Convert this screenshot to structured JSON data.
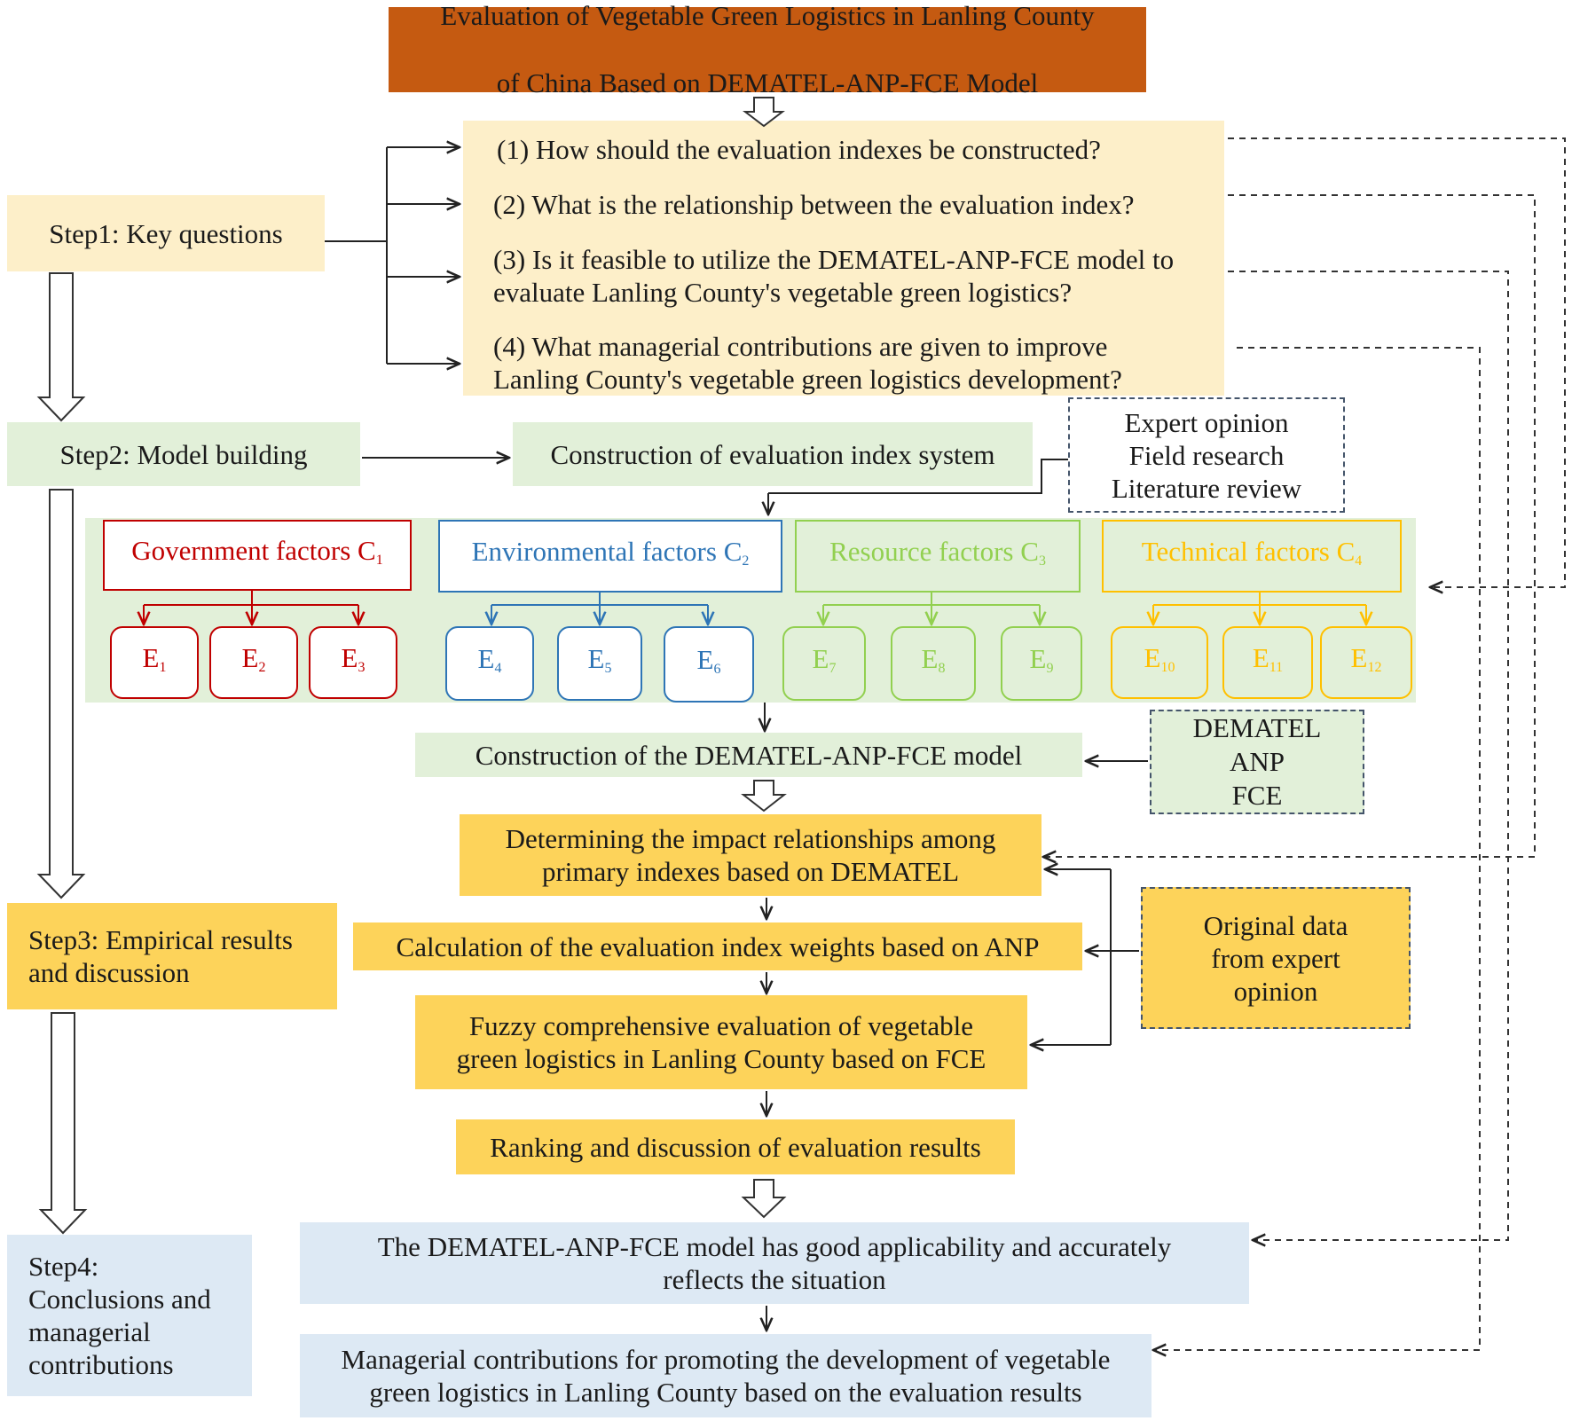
{
  "title": {
    "line1": "Evaluation of Vegetable Green Logistics in Lanling County",
    "line2": "of China Based on DEMATEL-ANP-FCE Model"
  },
  "steps": {
    "step1": "Step1: Key questions",
    "step2": "Step2: Model building",
    "step3": "Step3: Empirical results\nand discussion",
    "step4": "Step4:\nConclusions and\nmanagerial\ncontributions"
  },
  "questions": [
    "(1) How should the evaluation indexes be constructed?",
    "(2) What is the relationship between the evaluation index?",
    "(3) Is it feasible to utilize the DEMATEL-ANP-FCE model to\nevaluate Lanling County's vegetable green logistics?",
    "(4) What managerial contributions are given to improve\nLanling County's vegetable green logistics development?"
  ],
  "construction_index": "Construction of evaluation index system",
  "sources": [
    "Expert opinion",
    "Field research",
    "Literature review"
  ],
  "factors": [
    {
      "name": "Government factors C",
      "sub": "1",
      "color": "#c00000",
      "items": [
        {
          "e": "E",
          "s": "1"
        },
        {
          "e": "E",
          "s": "2"
        },
        {
          "e": "E",
          "s": "3"
        }
      ]
    },
    {
      "name": "Environmental factors C",
      "sub": "2",
      "color": "#2e75b6",
      "items": [
        {
          "e": "E",
          "s": "4"
        },
        {
          "e": "E",
          "s": "5"
        },
        {
          "e": "E",
          "s": "6"
        }
      ]
    },
    {
      "name": "Resource factors C",
      "sub": "3",
      "color": "#92d050",
      "items": [
        {
          "e": "E",
          "s": "7"
        },
        {
          "e": "E",
          "s": "8"
        },
        {
          "e": "E",
          "s": "9"
        }
      ]
    },
    {
      "name": "Technical factors C",
      "sub": "4",
      "color": "#ffc000",
      "items": [
        {
          "e": "E",
          "s": "10"
        },
        {
          "e": "E",
          "s": "11"
        },
        {
          "e": "E",
          "s": "12"
        }
      ]
    }
  ],
  "construction_model": "Construction of the DEMATEL-ANP-FCE model",
  "methods": [
    "DEMATEL",
    "ANP",
    "FCE"
  ],
  "process": {
    "dematel": "Determining the impact relationships among\nprimary indexes based on DEMATEL",
    "anp": "Calculation of the evaluation index weights based on ANP",
    "fce": "Fuzzy comprehensive evaluation of vegetable\ngreen logistics in Lanling County based on FCE",
    "ranking": "Ranking and discussion of evaluation results"
  },
  "original_data": "Original data\nfrom expert\nopinion",
  "conclusions": {
    "applicability": "The DEMATEL-ANP-FCE model has good applicability and accurately\nreflects the situation",
    "managerial": "Managerial contributions for promoting the development of vegetable\ngreen logistics in Lanling County based on the evaluation results"
  },
  "colors": {
    "title_bg": "#c55a11",
    "questions_bg": "#fdefc9",
    "model_bg": "#e2f0d9",
    "empirical_bg": "#fdd35a",
    "conclusion_bg": "#dde9f4",
    "government": "#c00000",
    "environmental": "#2e75b6",
    "resource": "#92d050",
    "technical": "#ffc000"
  }
}
